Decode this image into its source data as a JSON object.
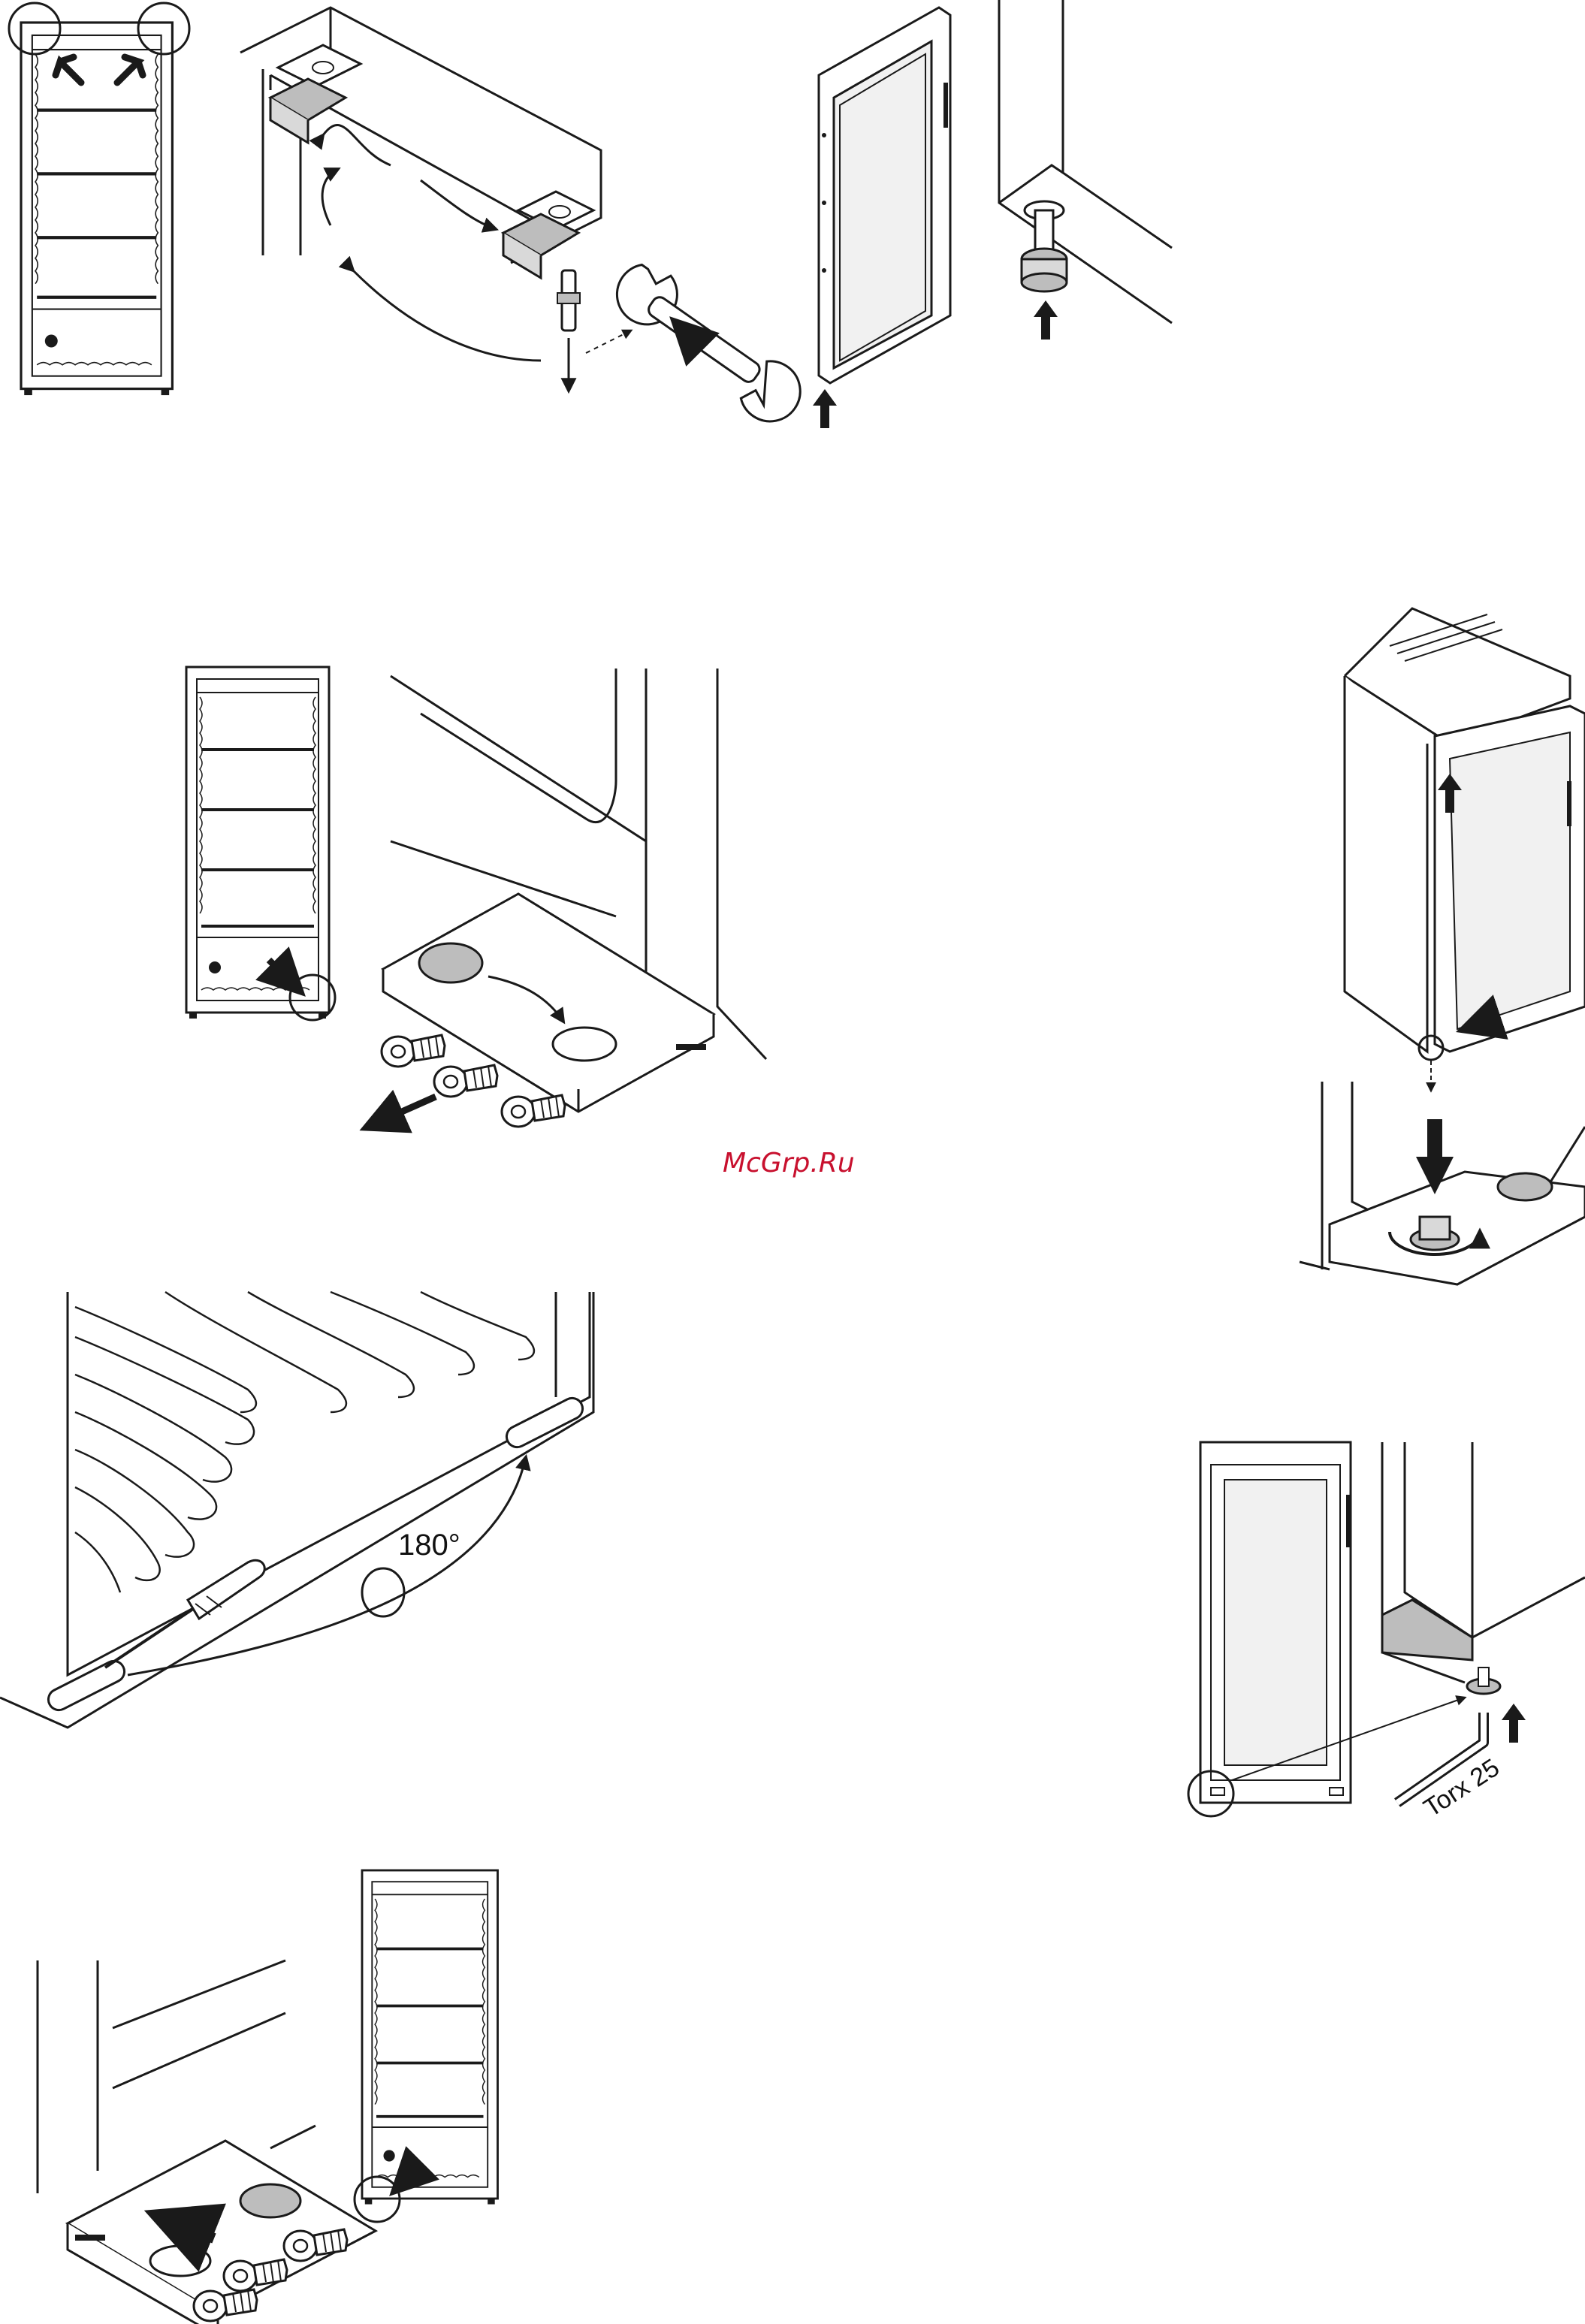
{
  "watermark": "McGrp.Ru",
  "labels": {
    "rotation_angle": "180°",
    "tool_name": "Torx 25"
  },
  "colors": {
    "line": "#1a1a1a",
    "arrow": "#1a1a1a",
    "watermark": "#c8102e",
    "glass": "#f1f1f1",
    "shade": "#bdbdbd"
  },
  "icons": [
    "arrow-up-icon",
    "arrow-down-icon",
    "curved-arrow-icon",
    "wrench-icon",
    "screwdriver-icon",
    "torx-key-icon",
    "screw-icon",
    "magnifier-circle-icon"
  ]
}
